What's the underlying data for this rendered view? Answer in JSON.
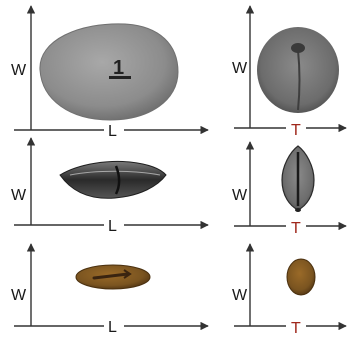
{
  "panels": [
    {
      "id": "large-top",
      "view": "top",
      "h_label": "L",
      "v_label": "W",
      "h_label_color": "#1a1a1a",
      "specimen_mark": "1"
    },
    {
      "id": "large-side",
      "view": "side",
      "h_label": "T",
      "v_label": "W",
      "h_label_color": "#a0281c"
    },
    {
      "id": "medium-top",
      "view": "top",
      "h_label": "L",
      "v_label": "W",
      "h_label_color": "#1a1a1a"
    },
    {
      "id": "medium-side",
      "view": "side",
      "h_label": "T",
      "v_label": "W",
      "h_label_color": "#a0281c"
    },
    {
      "id": "small-top",
      "view": "top",
      "h_label": "L",
      "v_label": "W",
      "h_label_color": "#1a1a1a"
    },
    {
      "id": "small-side",
      "view": "side",
      "h_label": "T",
      "v_label": "W",
      "h_label_color": "#a0281c"
    }
  ],
  "colors": {
    "axis": "#333333",
    "label": "#1a1a1a",
    "grey_seed": "#8e8e8e",
    "dark_seed": "#3a3a3a",
    "brown_seed": "#7a5420"
  }
}
